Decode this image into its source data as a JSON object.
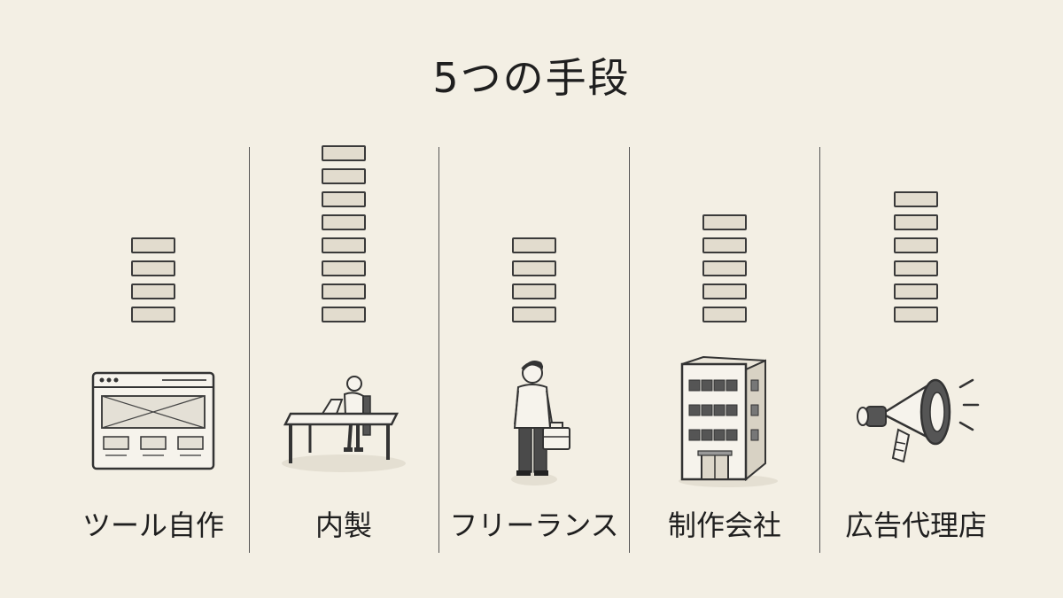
{
  "title": "5つの手段",
  "chart_data": {
    "type": "bar",
    "style": "stacked-blocks",
    "title": "5つの手段",
    "categories": [
      "ツール自作",
      "内製",
      "フリーランス",
      "制作会社",
      "広告代理店"
    ],
    "values": [
      4,
      8,
      4,
      5,
      6
    ]
  },
  "columns": [
    {
      "label": "ツール自作",
      "icon": "website-wireframe-icon",
      "blocks": 4
    },
    {
      "label": "内製",
      "icon": "person-at-desk-icon",
      "blocks": 8
    },
    {
      "label": "フリーランス",
      "icon": "person-with-toolbox-icon",
      "blocks": 4
    },
    {
      "label": "制作会社",
      "icon": "office-building-icon",
      "blocks": 5
    },
    {
      "label": "広告代理店",
      "icon": "megaphone-icon",
      "blocks": 6
    }
  ]
}
